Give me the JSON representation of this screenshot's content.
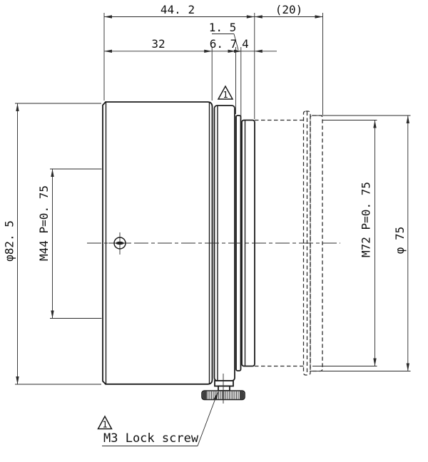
{
  "drawing": {
    "type": "mechanical-drawing",
    "subject": "lens mount adapter side view",
    "background_color": "#ffffff",
    "line_color": "#1c1c1c",
    "dim_color": "#2a2a2a"
  },
  "dimensions": {
    "overall_length": "44. 2",
    "ref_extension": "(20)",
    "step_width": "1. 5",
    "body_length": "32",
    "flange_width": "6. 7",
    "thread_length": "4",
    "body_diameter": "φ82. 5",
    "front_thread": "M44 P=0. 75",
    "rear_thread": "M72 P=0. 75",
    "phantom_diameter": "φ 75"
  },
  "notes": {
    "triangle_top_number": "1",
    "triangle_bottom_number": "1",
    "lock_screw_label": "M3 Lock screw"
  }
}
